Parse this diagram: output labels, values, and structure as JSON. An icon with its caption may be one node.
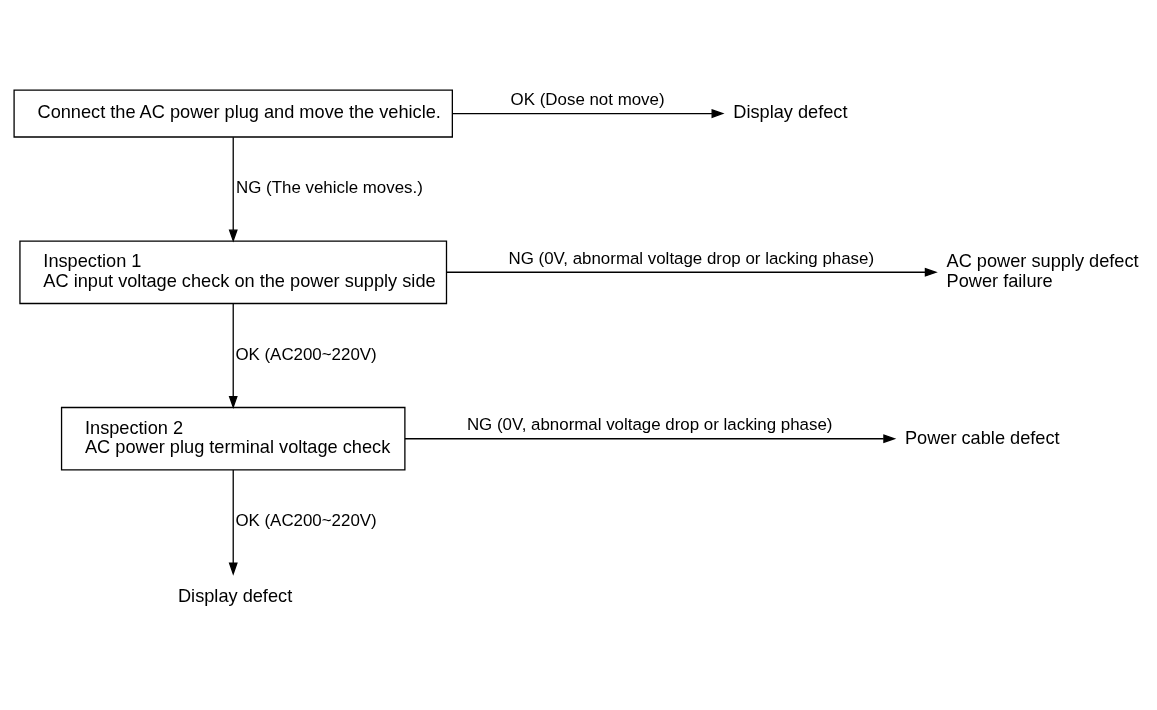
{
  "diagram": {
    "nodes": [
      {
        "text": [
          "Connect the AC power plug and move the vehicle."
        ]
      },
      {
        "text": [
          "Display defect"
        ]
      },
      {
        "text": [
          "Inspection 1",
          "AC input voltage check on the power supply side"
        ]
      },
      {
        "text": [
          "AC power supply defect",
          "Power failure"
        ]
      },
      {
        "text": [
          "Inspection 2",
          "AC power plug terminal voltage check"
        ]
      },
      {
        "text": [
          "Power cable defect"
        ]
      },
      {
        "text": [
          "Display defect"
        ]
      }
    ],
    "edges": [
      {
        "from": 0,
        "to": 1,
        "arrow": "to",
        "label": "OK (Dose not move)"
      },
      {
        "from": 0,
        "to": 2,
        "arrow": "to",
        "label": "NG (The vehicle moves.)"
      },
      {
        "from": 2,
        "to": 3,
        "arrow": "to",
        "label": "NG (0V, abnormal voltage drop or lacking phase)"
      },
      {
        "from": 2,
        "to": 4,
        "arrow": "to",
        "label": "OK (AC200~220V)"
      },
      {
        "from": 4,
        "to": 5,
        "arrow": "to",
        "label": "NG (0V, abnormal voltage drop or lacking phase)"
      },
      {
        "from": 4,
        "to": 6,
        "arrow": "to",
        "label": "OK (AC200~220V)"
      }
    ]
  }
}
